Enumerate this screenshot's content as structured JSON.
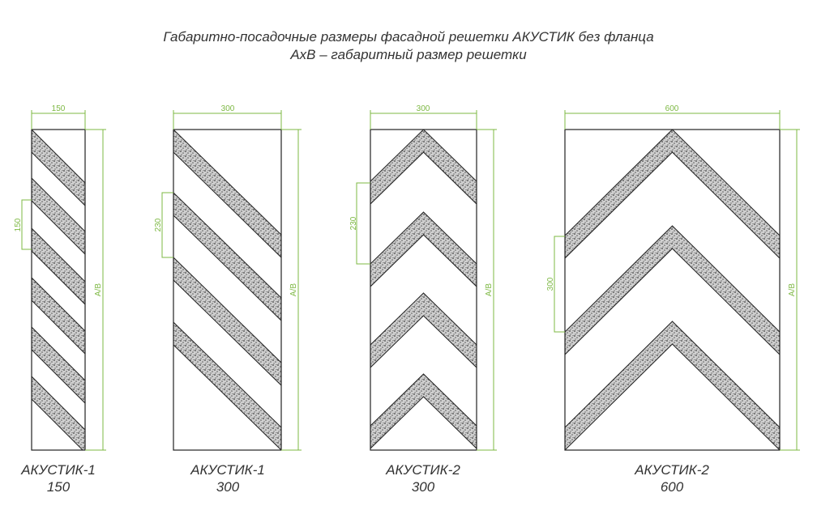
{
  "title": {
    "line1": "Габаритно-посадочные размеры фасадной решетки АКУСТИК без фланца",
    "line2": "AxB – габаритный размер решетки"
  },
  "colors": {
    "dimension": "#7db843",
    "outline": "#222222"
  },
  "panels": [
    {
      "name": "АКУСТИК-1",
      "size": "150",
      "top_dim": "150",
      "side_dim": "A/B",
      "pitch_dim": "150",
      "pattern": "diagonal"
    },
    {
      "name": "АКУСТИК-1",
      "size": "300",
      "top_dim": "300",
      "side_dim": "A/B",
      "pitch_dim": "230",
      "pattern": "diagonal"
    },
    {
      "name": "АКУСТИК-2",
      "size": "300",
      "top_dim": "300",
      "side_dim": "A/B",
      "pitch_dim": "230",
      "pattern": "chevron"
    },
    {
      "name": "АКУСТИК-2",
      "size": "600",
      "top_dim": "600",
      "side_dim": "A/B",
      "pitch_dim": "300",
      "pattern": "chevron"
    }
  ]
}
